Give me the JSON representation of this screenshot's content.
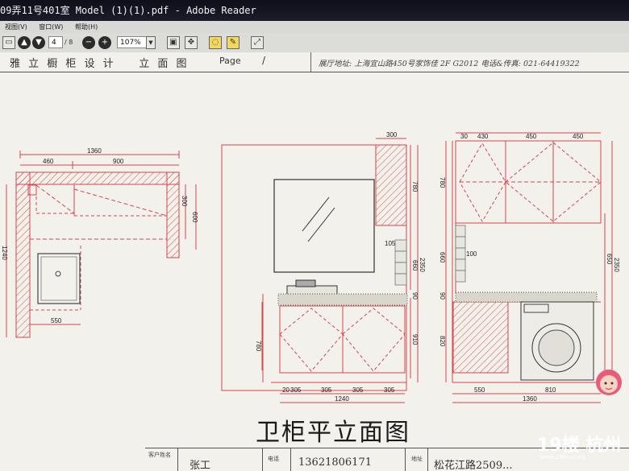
{
  "window": {
    "title": "09弄11号401室 Model (1)(1).pdf - Adobe Reader"
  },
  "menu": {
    "items": [
      "视图(V)",
      "窗口(W)",
      "帮助(H)"
    ]
  },
  "toolbar": {
    "page_current": "4",
    "page_total": "/ 8",
    "zoom": "107%"
  },
  "header": {
    "title": "雅 立 橱 柜 设 计",
    "view": "立 面 图",
    "page_label": "Page",
    "page_slash": "/",
    "address": "展厅地址: 上海宜山路450号家饰佳 2F   G2012   电话&传真: 021-64419322"
  },
  "plan_dims": {
    "top_total": "1360",
    "top_a": "460",
    "top_b": "900",
    "right_a": "300",
    "right_b": "600",
    "left_side": "1240",
    "bottom": "550"
  },
  "mid_dims": {
    "top": "300",
    "h_780": "780",
    "h_2350": "2350",
    "h_660": "660",
    "h_105": "105",
    "h_90": "90",
    "h_910": "910",
    "low_780": "780",
    "bottom_row": [
      "20",
      "305",
      "305",
      "305",
      "305"
    ],
    "bottom_total": "1240"
  },
  "right_dims": {
    "top": [
      "30",
      "430",
      "450",
      "450"
    ],
    "h_780": "780",
    "h_660": "660",
    "h_100": "100",
    "h_90": "90",
    "h_820": "820",
    "r_650": "650",
    "r_2350": "2350",
    "bottom": [
      "550",
      "810"
    ],
    "bottom_total": "1360"
  },
  "drawing_title": "卫柜平立面图",
  "table": {
    "customer_label": "客户姓名",
    "customer_value": "张工",
    "phone_label": "电话",
    "phone_value": "13621806171",
    "addr_label": "地址",
    "addr_value": "松花江路2509..."
  },
  "watermark": {
    "brand": "19楼 杭州",
    "url": "www.19lou.com"
  },
  "colors": {
    "line": "#d6454a",
    "hatch": "#d6454a",
    "paper": "#f3f1ec",
    "titlebar": "#0f0f1a"
  }
}
